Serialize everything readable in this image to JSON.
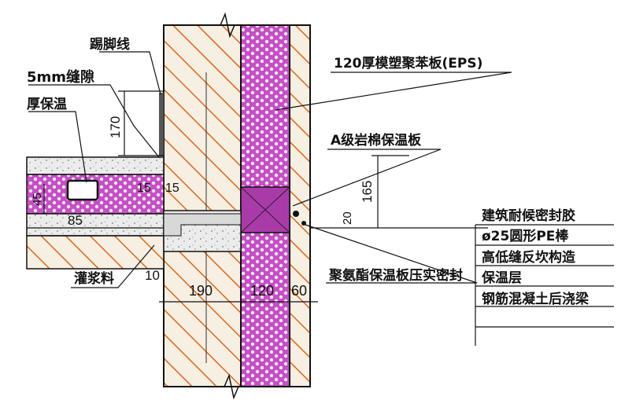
{
  "labels": {
    "skirting_line": "踢脚线",
    "gap_5mm": "5mm缝隙",
    "insulation_left": "厚保温",
    "eps_board": "120厚模塑聚苯板(EPS)",
    "rockwool_board": "A级岩棉保温板",
    "grout": "灌浆料",
    "pu_seal": "聚氨酯保温板压实密封",
    "legend_items": [
      "建筑耐候密封胶",
      "ø25圆形PE棒",
      "高低缝反坎构造",
      "保温层",
      "钢筋混凝土后浇梁"
    ]
  },
  "dimensions": {
    "d170": "170",
    "d15a": "15",
    "d15b": "15",
    "d45": "45",
    "d85": "85",
    "d165": "165",
    "d20": "20",
    "d10": "10",
    "d190": "190",
    "d120": "120",
    "d60": "60"
  },
  "colors": {
    "hatch": "#d9681f",
    "wall_fill": "#f6efe2",
    "eps_fill": "#c44fc4",
    "eps_dot": "#f8e6f8",
    "concrete": "#e9e9e9",
    "line": "#111111"
  }
}
